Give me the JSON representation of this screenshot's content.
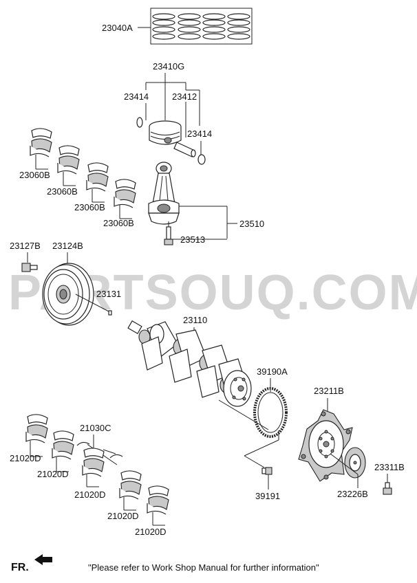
{
  "watermark": "PARTSOUQ.COM",
  "footer_note": "\"Please refer to Work Shop Manual for further information\"",
  "direction_label": "FR.",
  "callouts": {
    "ring_set": "23040A",
    "piston_assy": "23410G",
    "snap_ring_left": "23414",
    "piston_pin": "23412",
    "snap_ring_right": "23414",
    "conrod_bearing_1": "23060B",
    "conrod_bearing_2": "23060B",
    "conrod_bearing_3": "23060B",
    "conrod_bearing_4": "23060B",
    "connecting_rod": "23510",
    "conrod_bolt": "23513",
    "pulley_bolt": "23127B",
    "damper_pulley": "23124B",
    "key": "23131",
    "crankshaft": "23110",
    "ring_gear": "39190A",
    "flexplate_plate": "23211B",
    "main_bearing_1": "21020D",
    "main_bearing_2": "21020D",
    "thrust_bearing": "21030C",
    "main_bearing_3": "21020D",
    "main_bearing_4": "21020D",
    "main_bearing_5": "21020D",
    "flexplate_bolt": "23311B",
    "adapter_plate": "23226B",
    "ring_gear_bolt": "39191"
  }
}
